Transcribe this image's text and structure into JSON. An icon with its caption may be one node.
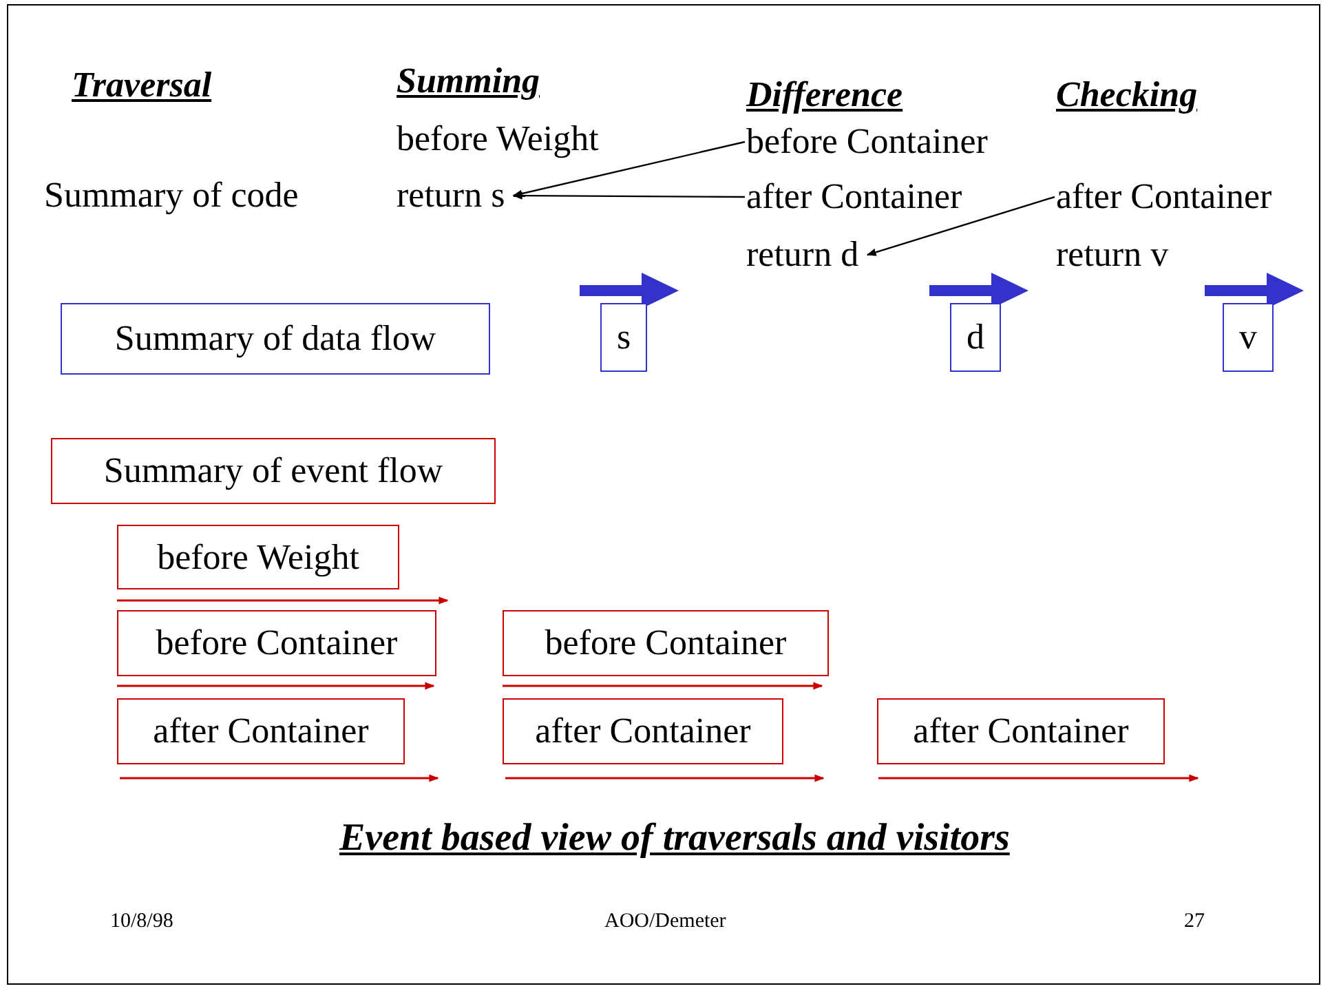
{
  "diagram": {
    "caption": "Event based view of traversals and visitors",
    "nodes": [
      {
        "text": [
          "before Container"
        ]
      },
      {
        "text": [
          "return s"
        ]
      },
      {
        "text": [
          "after Container"
        ]
      },
      {
        "text": [
          "after Container"
        ]
      },
      {
        "text": [
          "return d"
        ]
      },
      {
        "text": [
          "Summary of data flow"
        ]
      },
      {
        "text": [
          "s"
        ]
      },
      {
        "text": [
          "d"
        ]
      },
      {
        "text": [
          "v"
        ]
      },
      {
        "text": [
          "Summary of event flow"
        ]
      },
      {
        "text": [
          "before Weight"
        ]
      },
      {
        "text": [
          "before Container"
        ]
      },
      {
        "text": [
          "before Container"
        ]
      },
      {
        "text": [
          "after Container"
        ]
      },
      {
        "text": [
          "after Container"
        ]
      },
      {
        "text": [
          "after Container"
        ]
      }
    ],
    "edges": [
      {
        "from": 0,
        "to": 1,
        "arrow": "to"
      },
      {
        "from": 2,
        "to": 1,
        "arrow": "to"
      },
      {
        "from": 3,
        "to": 4,
        "arrow": "to"
      }
    ],
    "labels": [
      "Traversal",
      "Summing",
      "Difference",
      "Checking",
      "before Weight",
      "Summary of code",
      "return v",
      "10/8/98",
      "AOO/Demeter",
      "27"
    ]
  }
}
